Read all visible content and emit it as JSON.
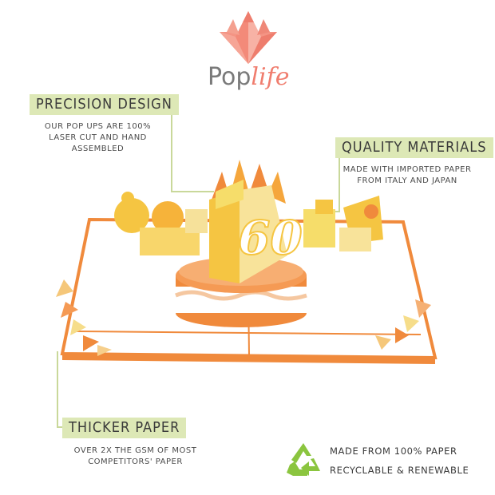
{
  "brand": {
    "name_part1": "Pop",
    "name_part2": "life",
    "accent_color": "#f07d6e"
  },
  "callouts": {
    "precision": {
      "title": "PRECISION DESIGN",
      "text": "OUR POP UPS ARE 100% LASER CUT AND HAND ASSEMBLED"
    },
    "quality": {
      "title": "QUALITY MATERIALS",
      "text": "MADE WITH IMPORTED PAPER FROM ITALY AND JAPAN"
    },
    "thicker": {
      "title": "THICKER PAPER",
      "text": "OVER 2X THE GSM OF MOST COMPETITORS' PAPER"
    }
  },
  "product": {
    "number": "60"
  },
  "recycle": {
    "icon": "recycle-icon",
    "line1": "MADE FROM 100% PAPER",
    "line2": "RECYCLABLE & RENEWABLE",
    "color": "#8bc53f"
  },
  "colors": {
    "heading_bg": "#dde8b6",
    "card_orange": "#f08a3c",
    "cake_yellow": "#f5c542"
  }
}
